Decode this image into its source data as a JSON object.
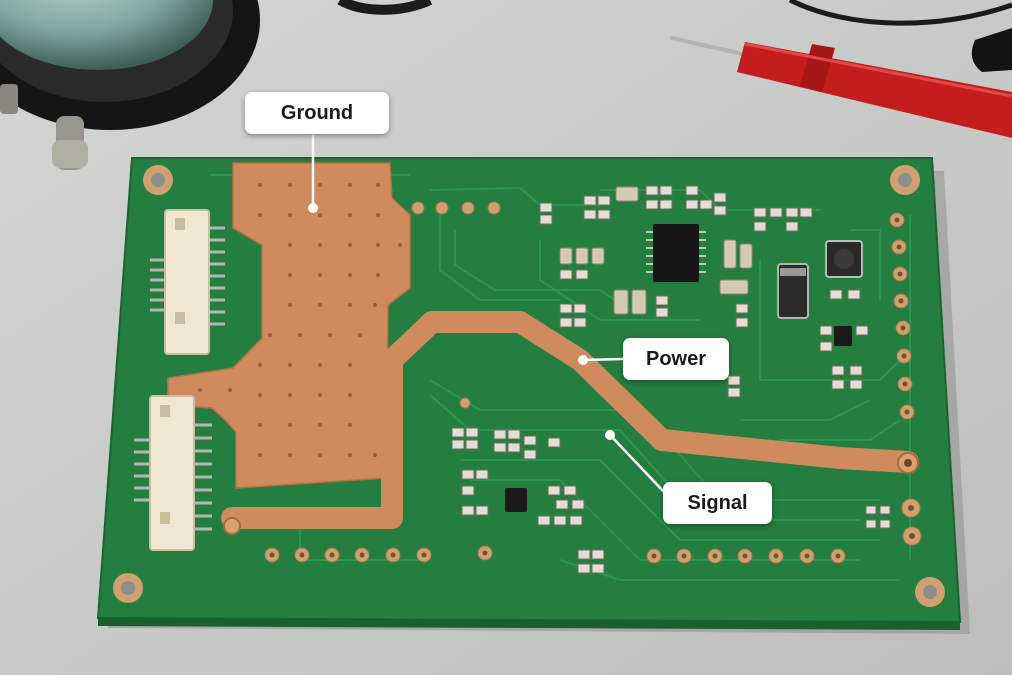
{
  "callouts": {
    "ground": "Ground",
    "power": "Power",
    "signal": "Signal"
  },
  "colors": {
    "board": "#237e3f",
    "copper": "#cf8a5e",
    "pad": "#d0a070",
    "silkscreen": "#f2efe6",
    "background": "#c9cbc8"
  },
  "objects": {
    "top_left": "magnifier-lens",
    "top_right": "multimeter-probe"
  }
}
